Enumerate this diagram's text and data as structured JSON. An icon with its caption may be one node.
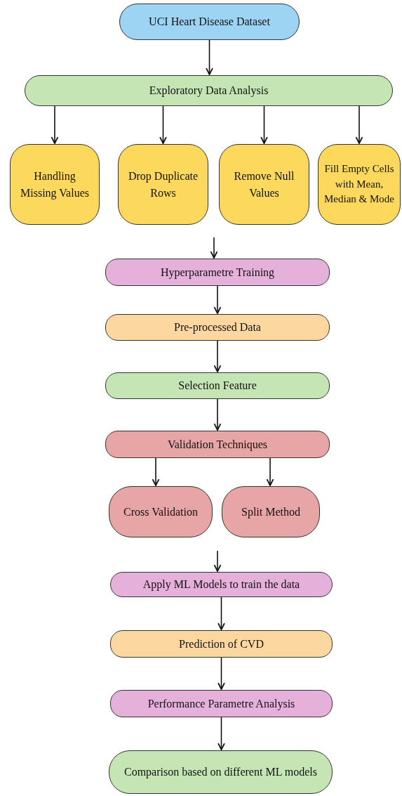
{
  "diagram": {
    "nodes": [
      {
        "text": [
          "UCI Heart Disease Dataset"
        ]
      },
      {
        "text": [
          "Exploratory Data Analysis"
        ]
      },
      {
        "text": [
          "Handling Missing Values"
        ]
      },
      {
        "text": [
          "Drop Duplicate Rows"
        ]
      },
      {
        "text": [
          "Remove Null Values"
        ]
      },
      {
        "text": [
          "Fill Empty Cells with Mean, Median & Mode"
        ]
      },
      {
        "text": [
          "Hyperparametre Training"
        ]
      },
      {
        "text": [
          "Pre-processed Data"
        ]
      },
      {
        "text": [
          "Selection Feature"
        ]
      },
      {
        "text": [
          "Validation Techniques"
        ]
      },
      {
        "text": [
          "Cross Validation"
        ]
      },
      {
        "text": [
          "Split Method"
        ]
      },
      {
        "text": [
          "Apply ML Models to train the data"
        ]
      },
      {
        "text": [
          "Prediction of CVD"
        ]
      },
      {
        "text": [
          "Performance Parametre Analysis"
        ]
      },
      {
        "text": [
          "Comparison based on different ML models"
        ]
      }
    ],
    "edges": [
      {
        "from": 0,
        "to": 1,
        "arrow": "to"
      },
      {
        "from": 1,
        "to": 2,
        "arrow": "to"
      },
      {
        "from": 1,
        "to": 3,
        "arrow": "to"
      },
      {
        "from": 1,
        "to": 4,
        "arrow": "to"
      },
      {
        "from": 1,
        "to": 5,
        "arrow": "to"
      },
      {
        "from": null,
        "to": 6,
        "arrow": "to"
      },
      {
        "from": 6,
        "to": 7,
        "arrow": "to"
      },
      {
        "from": 7,
        "to": 8,
        "arrow": "to"
      },
      {
        "from": 8,
        "to": 9,
        "arrow": "to"
      },
      {
        "from": 9,
        "to": 10,
        "arrow": "to"
      },
      {
        "from": 9,
        "to": 11,
        "arrow": "to"
      },
      {
        "from": null,
        "to": 12,
        "arrow": "to"
      },
      {
        "from": 12,
        "to": 13,
        "arrow": "to"
      },
      {
        "from": 13,
        "to": 14,
        "arrow": "to"
      },
      {
        "from": 14,
        "to": 15,
        "arrow": "to"
      }
    ]
  }
}
